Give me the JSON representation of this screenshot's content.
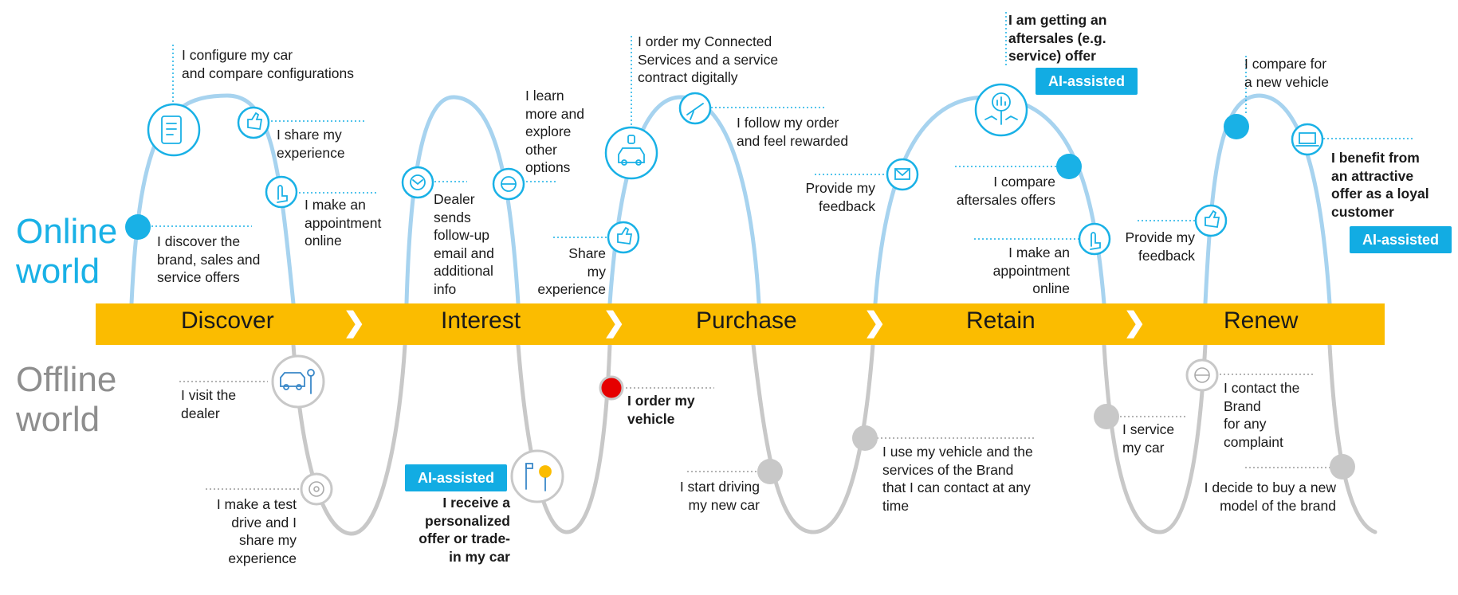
{
  "worlds": {
    "online": "Online\nworld",
    "offline": "Offline\nworld"
  },
  "stages": [
    "Discover",
    "Interest",
    "Purchase",
    "Retain",
    "Renew"
  ],
  "online_steps": {
    "configure": "I configure my car\nand compare configurations",
    "share1": "I share my\nexperience",
    "appointment1": "I make an\nappointment\nonline",
    "discover": "I discover the\nbrand, sales and\nservice offers",
    "dealer_followup": "Dealer\nsends\nfollow-up\nemail and\nadditional\ninfo",
    "learn_more": "I learn\nmore and\nexplore\nother\noptions",
    "share2": "Share\nmy\nexperience",
    "order_services": "I order my Connected\nServices and a service\ncontract digitally",
    "follow_order": "I follow my order\nand feel rewarded",
    "feedback1": "Provide my\nfeedback",
    "aftersales_offer": "I am getting an\naftersales (e.g.\nservice) offer",
    "compare_aftersales": "I compare\naftersales offers",
    "appointment2": "I make an\nappointment\nonline",
    "compare_new": "I compare for\na new vehicle",
    "loyal_offer": "I benefit from\nan attractive\noffer as a loyal\ncustomer",
    "feedback2": "Provide my\nfeedback"
  },
  "offline_steps": {
    "visit_dealer": "I visit the\ndealer",
    "test_drive": "I make a test\ndrive and I\nshare my\nexperience",
    "personalized_offer": "I receive a\npersonalized\noffer or trade-\nin my car",
    "order_vehicle": "I order my\nvehicle",
    "start_driving": "I start driving\nmy new car",
    "use_vehicle": "I use my vehicle and the\nservices of the Brand\nthat I can contact at any\ntime",
    "service_car": "I service\nmy car",
    "contact_brand": "I contact the\nBrand\nfor any\ncomplaint",
    "decide_buy": "I decide to buy a new\nmodel of the brand"
  },
  "badges": {
    "ai1": "AI-assisted",
    "ai2": "AI-assisted",
    "ai3": "AI-assisted"
  },
  "colors": {
    "online_line": "#a7d3ef",
    "offline_line": "#c8c8c8",
    "band": "#fbbc00",
    "accent": "#19b1e6",
    "offline_text": "#8e8e8e",
    "order_dot": "#e60000"
  },
  "icons": [
    "tablet-configurator-icon",
    "thumbs-up-icon",
    "touch-hand-icon",
    "online-dot",
    "mail-gear-icon",
    "globe-gear-icon",
    "thumbs-up-icon",
    "connected-car-icon",
    "telescope-icon",
    "mail-icon",
    "analytics-magnifier-icon",
    "online-dot",
    "touch-hand-icon",
    "online-dot",
    "laptop-icon",
    "thumbs-up-icon",
    "car-dealer-icon",
    "steering-wheel-icon",
    "person-flags-icon",
    "order-dot",
    "offline-dot",
    "offline-dot",
    "offline-dot",
    "globe-gear-icon",
    "offline-dot"
  ]
}
